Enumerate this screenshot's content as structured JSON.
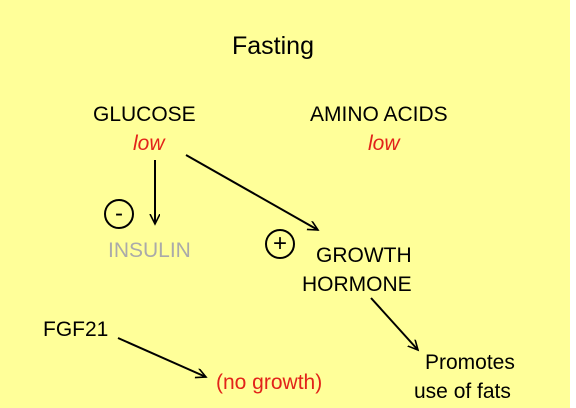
{
  "title": "Fasting",
  "nodes": {
    "glucose": {
      "label": "GLUCOSE",
      "level": "low"
    },
    "amino_acids": {
      "label": "AMINO ACIDS",
      "level": "low"
    },
    "insulin": {
      "label": "INSULIN"
    },
    "growth_hormone": {
      "line1": "GROWTH",
      "line2": "HORMONE"
    },
    "fgf21": {
      "label": "FGF21"
    },
    "no_growth": {
      "label": "(no growth)"
    },
    "promotes": {
      "line1": "Promotes",
      "line2": "use of fats"
    }
  },
  "signs": {
    "inhibit": "-",
    "stimulate": "+"
  },
  "colors": {
    "background": "#ffff99",
    "emphasis": "#e2231a",
    "muted": "#aaaaaa",
    "ink": "#000000"
  },
  "edges": [
    {
      "from": "glucose",
      "to": "insulin",
      "sign": "inhibit"
    },
    {
      "from": "glucose",
      "to": "growth_hormone",
      "sign": "stimulate"
    },
    {
      "from": "growth_hormone",
      "to": "promotes"
    },
    {
      "from": "fgf21",
      "to": "no_growth"
    }
  ]
}
